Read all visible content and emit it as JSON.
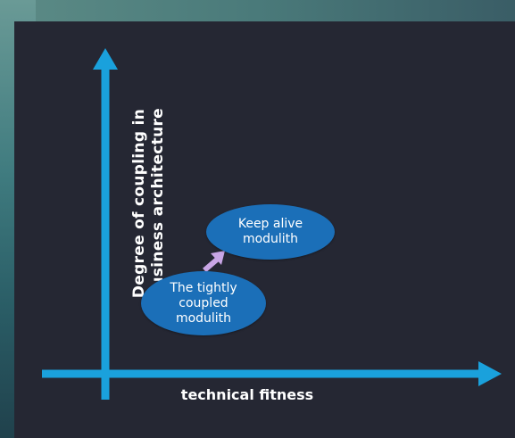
{
  "diagram": {
    "y_axis_label_lines": [
      "Degree of coupling in",
      "business architecture"
    ],
    "x_axis_label": "technical fitness",
    "nodes": [
      {
        "id": "tightly-coupled",
        "lines": [
          "The tightly",
          "coupled",
          "modulith"
        ]
      },
      {
        "id": "keep-alive",
        "lines": [
          "Keep alive",
          "modulith"
        ]
      }
    ],
    "transition": {
      "from": "tightly-coupled",
      "to": "keep-alive"
    },
    "colors": {
      "axis": "#1aa1dc",
      "node_fill": "#1b6fb8",
      "transition_arrow": "#c9a6e6",
      "panel_background": "#252733",
      "text": "#ffffff"
    }
  }
}
